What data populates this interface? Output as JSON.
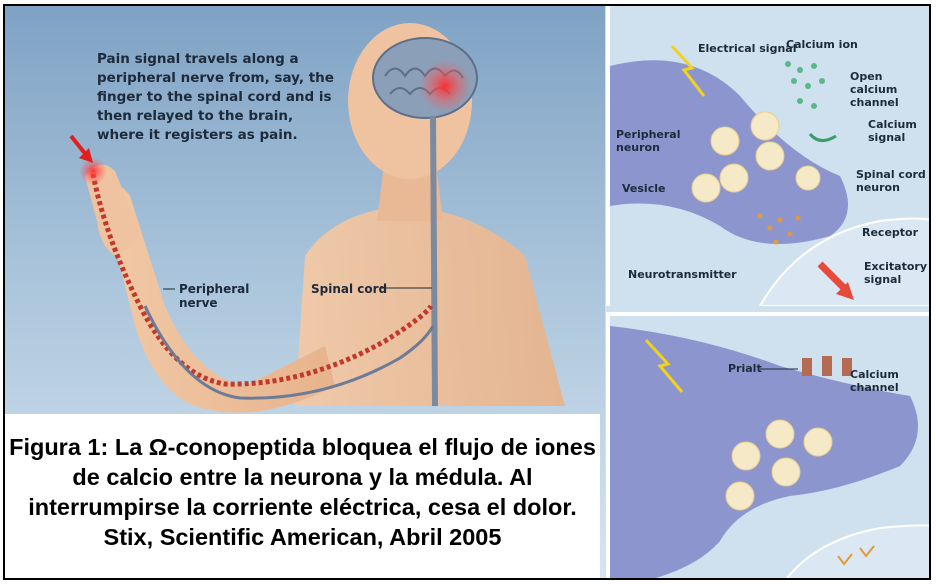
{
  "main": {
    "pain_text": "Pain signal travels along a peripheral nerve from, say, the finger to the spinal cord and is then relayed to the brain, where it registers as pain.",
    "peripheral_nerve_label": "Peripheral nerve",
    "spinal_cord_label": "Spinal cord"
  },
  "caption": {
    "text": "Figura 1: La Ω-conopeptida bloquea el flujo de iones de calcio entre la neurona y la médula. Al interrumpirse la corriente eléctrica, cesa el dolor. Stix, Scientific American, Abril 2005"
  },
  "inset_top": {
    "electrical_signal": "Electrical signal",
    "calcium_ion": "Calcium ion",
    "open_calcium_channel": "Open calcium channel",
    "peripheral_neuron": "Peripheral neuron",
    "calcium_signal": "Calcium signal",
    "vesicle": "Vesicle",
    "spinal_cord_neuron": "Spinal cord neuron",
    "receptor": "Receptor",
    "neurotransmitter": "Neurotransmitter",
    "excitatory_signal": "Excitatory signal"
  },
  "inset_bottom": {
    "prialt": "Prialt",
    "calcium_channel": "Calcium channel"
  },
  "colors": {
    "nerve_red": "#c0392b",
    "pain_glow": "#ff2a2a",
    "caption_bg": "#ffffff"
  }
}
